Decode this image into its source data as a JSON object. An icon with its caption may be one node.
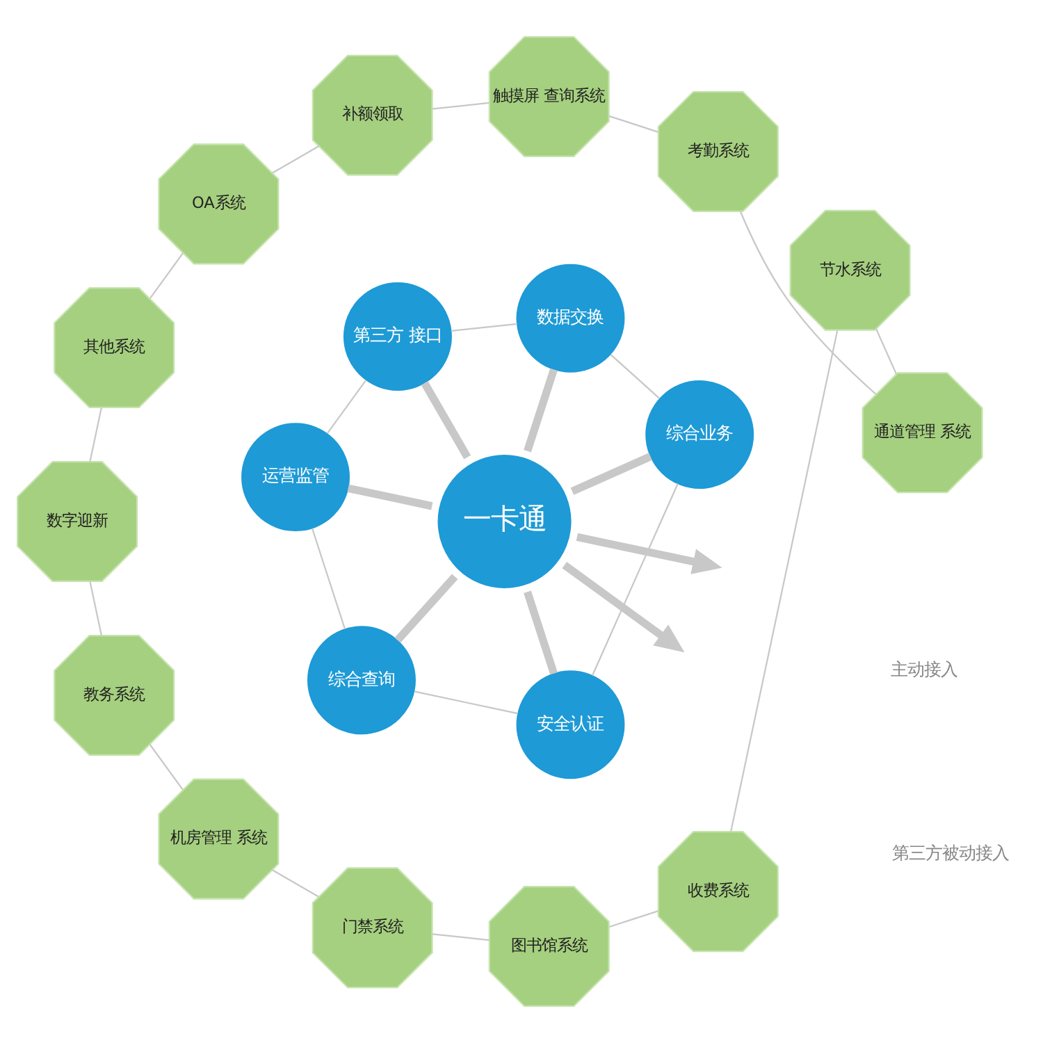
{
  "diagram": {
    "nodes": [
      {
        "text": [
          "一卡通"
        ]
      },
      {
        "text": [
          "综合业务"
        ]
      },
      {
        "text": [
          "数据交换"
        ]
      },
      {
        "text": [
          "第三方 接口"
        ]
      },
      {
        "text": [
          "运营监管"
        ]
      },
      {
        "text": [
          "综合查询"
        ]
      },
      {
        "text": [
          "安全认证"
        ]
      },
      {
        "text": [
          "通道管理 系统"
        ]
      },
      {
        "text": [
          "考勤系统"
        ]
      },
      {
        "text": [
          "触摸屏 查询系统"
        ]
      },
      {
        "text": [
          "补额领取"
        ]
      },
      {
        "text": [
          "OA系统"
        ]
      },
      {
        "text": [
          "其他系统"
        ]
      },
      {
        "text": [
          "数字迎新"
        ]
      },
      {
        "text": [
          "教务系统"
        ]
      },
      {
        "text": [
          "机房管理 系统"
        ]
      },
      {
        "text": [
          "门禁系统"
        ]
      },
      {
        "text": [
          "图书馆系统"
        ]
      },
      {
        "text": [
          "收费系统"
        ]
      },
      {
        "text": [
          "节水系统"
        ]
      }
    ],
    "edges": [
      {
        "from": 0,
        "to": 1,
        "arrow": "none",
        "style": "thick"
      },
      {
        "from": 0,
        "to": 2,
        "arrow": "none",
        "style": "thick"
      },
      {
        "from": 0,
        "to": 3,
        "arrow": "none",
        "style": "thick"
      },
      {
        "from": 0,
        "to": 4,
        "arrow": "none",
        "style": "thick"
      },
      {
        "from": 0,
        "to": 5,
        "arrow": "none",
        "style": "thick"
      },
      {
        "from": 0,
        "to": 6,
        "arrow": "none",
        "style": "thick"
      },
      {
        "from": 0,
        "to": null,
        "arrow": "to",
        "style": "thick"
      },
      {
        "from": 0,
        "to": null,
        "arrow": "to",
        "style": "thick"
      },
      {
        "from": 1,
        "to": 2,
        "arrow": "none"
      },
      {
        "from": 2,
        "to": 3,
        "arrow": "none"
      },
      {
        "from": 3,
        "to": 4,
        "arrow": "none"
      },
      {
        "from": 4,
        "to": 5,
        "arrow": "none"
      },
      {
        "from": 5,
        "to": 6,
        "arrow": "none"
      },
      {
        "from": 6,
        "to": 1,
        "arrow": "none"
      },
      {
        "from": 7,
        "to": 8,
        "arrow": "none"
      },
      {
        "from": 8,
        "to": 9,
        "arrow": "none"
      },
      {
        "from": 9,
        "to": 10,
        "arrow": "none"
      },
      {
        "from": 10,
        "to": 11,
        "arrow": "none"
      },
      {
        "from": 11,
        "to": 12,
        "arrow": "none"
      },
      {
        "from": 12,
        "to": 13,
        "arrow": "none"
      },
      {
        "from": 13,
        "to": 14,
        "arrow": "none"
      },
      {
        "from": 14,
        "to": 15,
        "arrow": "none"
      },
      {
        "from": 15,
        "to": 16,
        "arrow": "none"
      },
      {
        "from": 16,
        "to": 17,
        "arrow": "none"
      },
      {
        "from": 17,
        "to": 18,
        "arrow": "none"
      },
      {
        "from": 18,
        "to": 19,
        "arrow": "none"
      },
      {
        "from": 19,
        "to": 7,
        "arrow": "none"
      }
    ],
    "labels": [
      "主动接入",
      "第三方被动接入"
    ]
  }
}
